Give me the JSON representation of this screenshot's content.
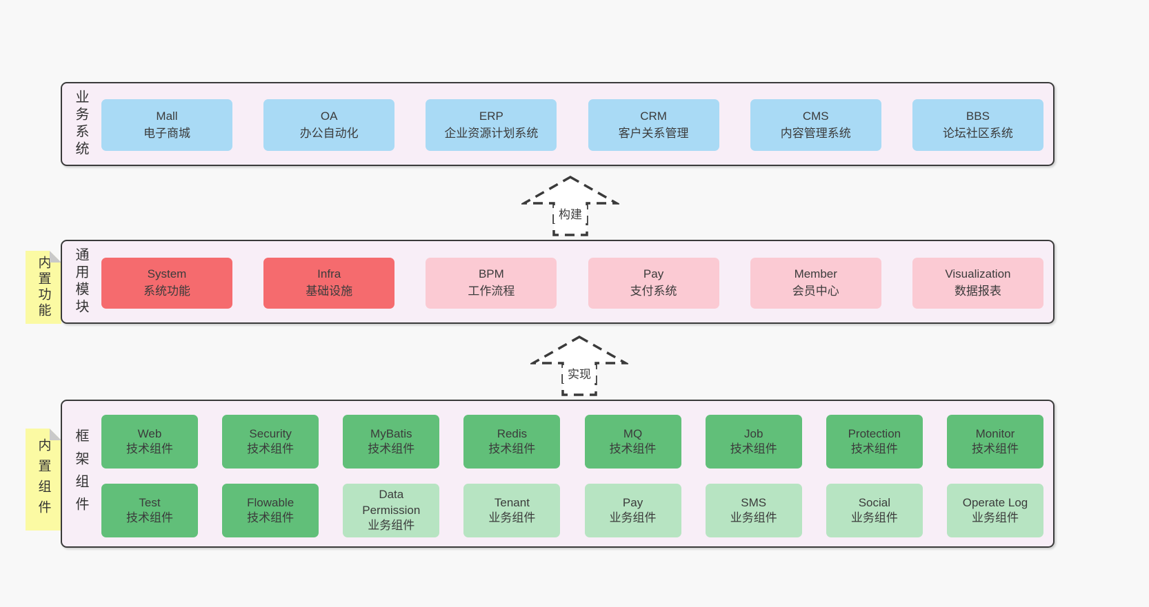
{
  "colors": {
    "page-bg": "#f8f8f8",
    "panel-bg": "#f8eef7",
    "panel-border": "#3a3a3a",
    "blue": "#a9daf5",
    "red": "#f56b6e",
    "pink": "#fbcad3",
    "green-dark": "#61bf79",
    "green-light": "#b7e4c2",
    "yellow": "#fbfaa3",
    "fold": "#c9c9c9",
    "text": "#3b3b3b"
  },
  "notes": [
    {
      "label": "内置功能"
    },
    {
      "label": "内置组件"
    }
  ],
  "arrows": [
    {
      "label": "构建"
    },
    {
      "label": "实现"
    }
  ],
  "sections": [
    {
      "label": "业务系统",
      "items": [
        {
          "title": "Mall",
          "subtitle": "电子商城"
        },
        {
          "title": "OA",
          "subtitle": "办公自动化"
        },
        {
          "title": "ERP",
          "subtitle": "企业资源计划系统"
        },
        {
          "title": "CRM",
          "subtitle": "客户关系管理"
        },
        {
          "title": "CMS",
          "subtitle": "内容管理系统"
        },
        {
          "title": "BBS",
          "subtitle": "论坛社区系统"
        }
      ]
    },
    {
      "label": "通用模块",
      "items": [
        {
          "title": "System",
          "subtitle": "系统功能",
          "variant": "red"
        },
        {
          "title": "Infra",
          "subtitle": "基础设施",
          "variant": "red"
        },
        {
          "title": "BPM",
          "subtitle": "工作流程",
          "variant": "pink"
        },
        {
          "title": "Pay",
          "subtitle": "支付系统",
          "variant": "pink"
        },
        {
          "title": "Member",
          "subtitle": "会员中心",
          "variant": "pink"
        },
        {
          "title": "Visualization",
          "subtitle": "数据报表",
          "variant": "pink"
        }
      ]
    },
    {
      "label": "框架组件",
      "rows": [
        [
          {
            "title": "Web",
            "subtitle": "技术组件",
            "variant": "green-dark"
          },
          {
            "title": "Security",
            "subtitle": "技术组件",
            "variant": "green-dark"
          },
          {
            "title": "MyBatis",
            "subtitle": "技术组件",
            "variant": "green-dark"
          },
          {
            "title": "Redis",
            "subtitle": "技术组件",
            "variant": "green-dark"
          },
          {
            "title": "MQ",
            "subtitle": "技术组件",
            "variant": "green-dark"
          },
          {
            "title": "Job",
            "subtitle": "技术组件",
            "variant": "green-dark"
          },
          {
            "title": "Protection",
            "subtitle": "技术组件",
            "variant": "green-dark"
          },
          {
            "title": "Monitor",
            "subtitle": "技术组件",
            "variant": "green-dark"
          }
        ],
        [
          {
            "title": "Test",
            "subtitle": "技术组件",
            "variant": "green-dark"
          },
          {
            "title": "Flowable",
            "subtitle": "技术组件",
            "variant": "green-dark"
          },
          {
            "title": "Data Permission",
            "subtitle": "业务组件",
            "variant": "green-light"
          },
          {
            "title": "Tenant",
            "subtitle": "业务组件",
            "variant": "green-light"
          },
          {
            "title": "Pay",
            "subtitle": "业务组件",
            "variant": "green-light"
          },
          {
            "title": "SMS",
            "subtitle": "业务组件",
            "variant": "green-light"
          },
          {
            "title": "Social",
            "subtitle": "业务组件",
            "variant": "green-light"
          },
          {
            "title": "Operate Log",
            "subtitle": "业务组件",
            "variant": "green-light"
          }
        ]
      ]
    }
  ]
}
